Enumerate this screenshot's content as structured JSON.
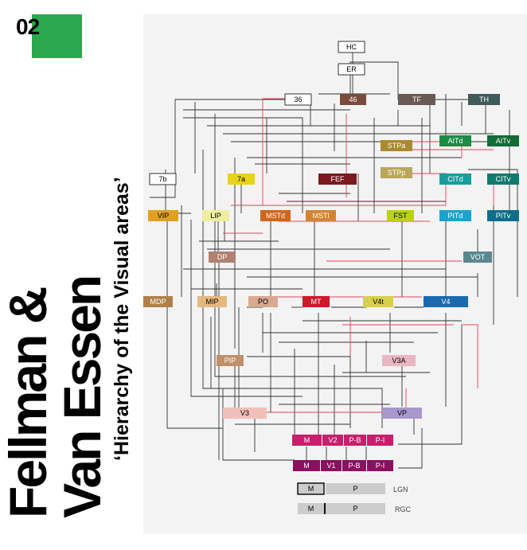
{
  "slide_number": "02",
  "colors": {
    "badge": "#2aa84f",
    "panel": "#f3f3f3",
    "wire": "#333333",
    "red_wire": "#e0455a"
  },
  "title": {
    "line1": "Fellman &",
    "line2": "Van Essen",
    "subtitle": "‘Hierarchy of the Visual areas’"
  },
  "areas": {
    "HC": "HC",
    "ER": "ER",
    "a36": "36",
    "a46": "46",
    "TF": "TF",
    "TH": "TH",
    "STPa": "STPa",
    "STPp": "STPp",
    "AITd": "AITd",
    "AITv": "AITv",
    "CITd": "CITd",
    "CITv": "CITv",
    "a7b": "7b",
    "a7a": "7a",
    "FEF": "FEF",
    "VIP": "VIP",
    "LIP": "LIP",
    "MSTd": "MSTd",
    "MSTl": "MSTl",
    "FST": "FST",
    "PITd": "PITd",
    "PITv": "PITv",
    "DP": "DP",
    "VOT": "VOT",
    "MDP": "MDP",
    "MIP": "MIP",
    "PO": "PO",
    "MT": "MT",
    "V4t": "V4t",
    "V4": "V4",
    "PIP": "PIP",
    "V3A": "V3A",
    "V3": "V3",
    "VP": "VP",
    "V2_M": "M",
    "V2": "V2",
    "V2_PB": "P-B",
    "V2_PI": "P-I",
    "V1_M": "M",
    "V1": "V1",
    "V1_PB": "P-B",
    "V1_PI": "P-I",
    "LGN_M": "M",
    "LGN_P": "P",
    "LGN": "LGN",
    "RGC_M": "M",
    "RGC_P": "P",
    "RGC": "RGC"
  }
}
